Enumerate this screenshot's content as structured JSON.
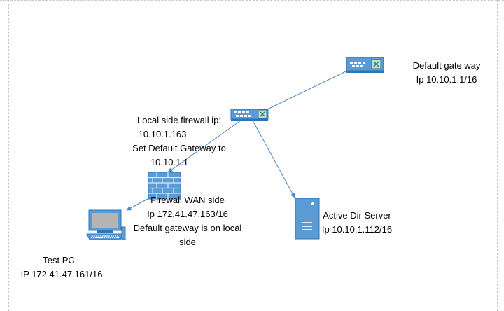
{
  "colors": {
    "device_blue": "#5b9bd5",
    "device_dark": "#2e75b6",
    "link": "#4a86c8",
    "port_green": "#c5e0b4"
  },
  "nodes": {
    "gateway_router": {
      "icon": "switch-icon",
      "lines": [
        "Default gate way",
        "Ip 10.10.1.1/16"
      ]
    },
    "core_switch": {
      "icon": "switch-icon",
      "lines": [
        "Local side firewall ip:",
        "10.10.1.163",
        "Set Default Gateway to",
        "10.10.1.1"
      ]
    },
    "firewall": {
      "icon": "firewall-icon",
      "lines": [
        "Firewall WAN side",
        "Ip 172.41.47.163/16",
        "Default gateway is on local",
        "side"
      ]
    },
    "test_pc": {
      "icon": "pc-icon",
      "lines": [
        "Test PC",
        "IP 172.41.47.161/16"
      ]
    },
    "ad_server": {
      "icon": "server-icon",
      "lines": [
        "Active Dir Server",
        "Ip 10.10.1.112/16"
      ]
    }
  }
}
